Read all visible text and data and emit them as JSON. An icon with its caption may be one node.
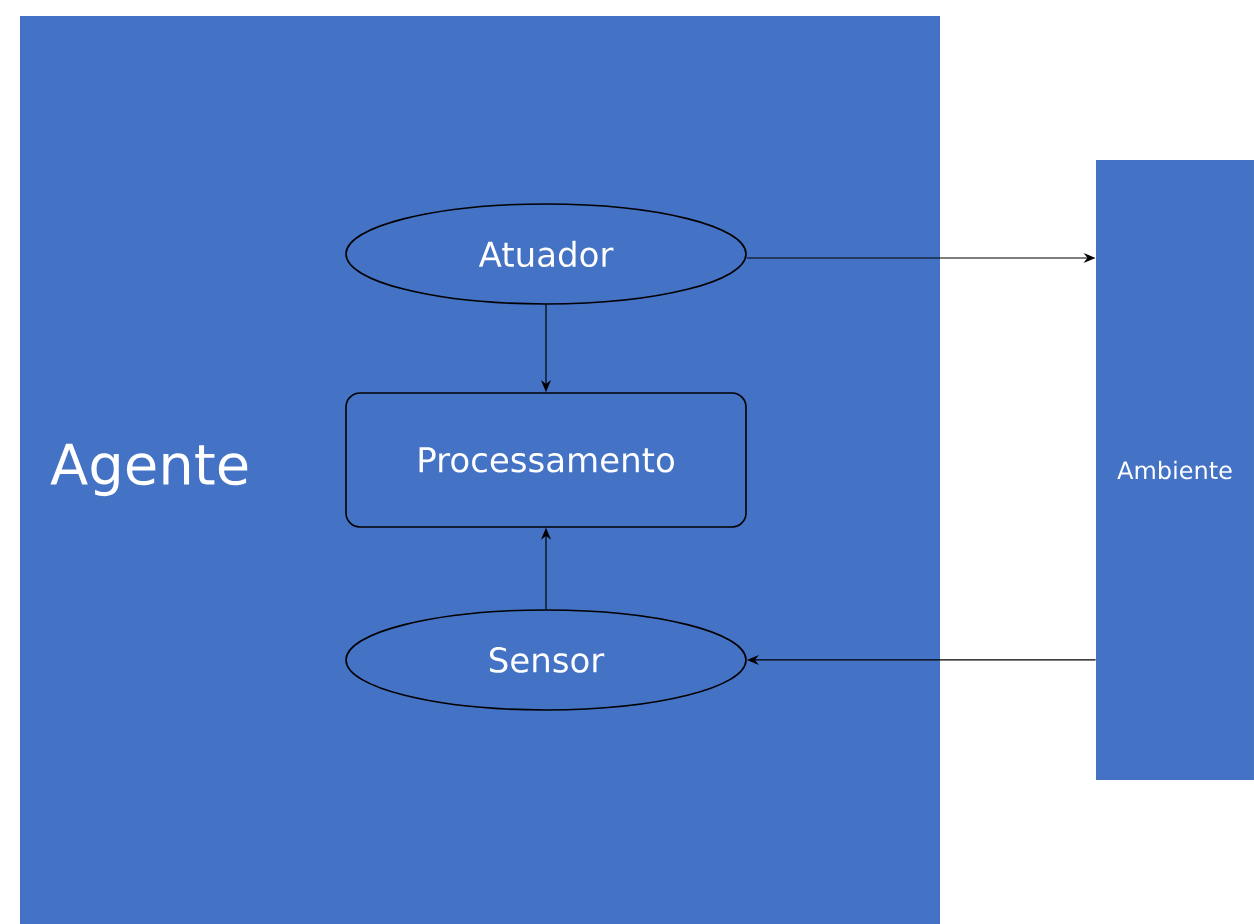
{
  "diagram": {
    "nodes": [
      {
        "text": [
          "Agente"
        ]
      },
      {
        "text": [
          "Atuador"
        ],
        "in": 0
      },
      {
        "text": [
          "Processamento"
        ],
        "in": 0
      },
      {
        "text": [
          "Sensor"
        ],
        "in": 0
      },
      {
        "text": [
          "Ambiente"
        ]
      }
    ],
    "edges": [
      {
        "from": 1,
        "to": 2,
        "arrow": "to"
      },
      {
        "from": 3,
        "to": 2,
        "arrow": "to"
      },
      {
        "from": 1,
        "to": 4,
        "arrow": "to"
      },
      {
        "from": 4,
        "to": 3,
        "arrow": "to"
      }
    ]
  }
}
